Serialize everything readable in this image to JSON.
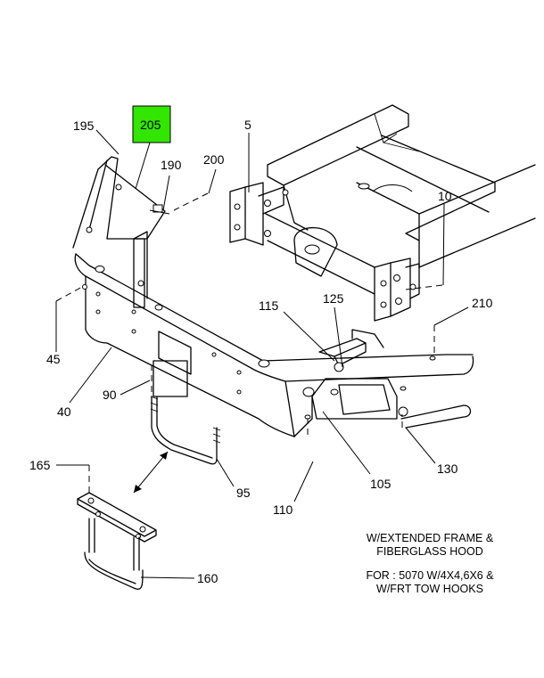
{
  "colors": {
    "highlight": "#33e600",
    "line": "#000000",
    "background": "#ffffff"
  },
  "callouts": {
    "p5": "5",
    "p10": "10",
    "p40": "40",
    "p45": "45",
    "p90": "90",
    "p95": "95",
    "p105": "105",
    "p110": "110",
    "p115": "115",
    "p125": "125",
    "p130": "130",
    "p160": "160",
    "p165": "165",
    "p190": "190",
    "p195": "195",
    "p200": "200",
    "p205": "205",
    "p210": "210"
  },
  "highlighted_callout": "205",
  "notes": {
    "line1": "W/EXTENDED FRAME &",
    "line2": "FIBERGLASS HOOD",
    "line3": "FOR : 5070 W/4X4,6X6 &",
    "line4": "W/FRT TOW HOOKS"
  }
}
